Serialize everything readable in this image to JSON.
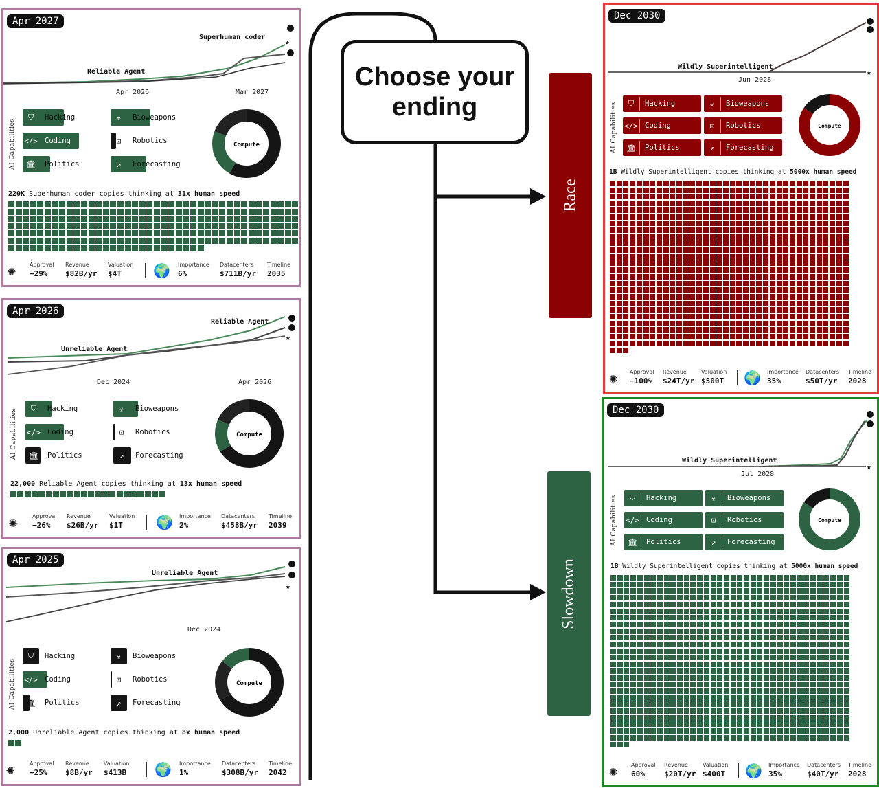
{
  "title": "Choose your ending",
  "branches": {
    "race": "Race",
    "slowdown": "Slowdown"
  },
  "ai_capabilities_label": "AI Capabilities",
  "cards": {
    "c2027": {
      "date": "Apr 2027",
      "chart_labels": [
        "Superhuman coder",
        "Reliable Agent"
      ],
      "axis_dates": [
        "Apr 2026",
        "Mar 2027"
      ],
      "capabilities": [
        "Hacking",
        "Bioweapons",
        "Coding",
        "Robotics",
        "Politics",
        "Forecasting"
      ],
      "donut_label": "Compute",
      "copies": {
        "count": "220K",
        "agent": "Superhuman coder",
        "speed": "31x"
      },
      "copy_grid_level": 0.93,
      "footer": {
        "approval_label": "Approval",
        "approval": "−29%",
        "revenue_label": "Revenue",
        "revenue": "$82B/yr",
        "valuation_label": "Valuation",
        "valuation": "$4T",
        "importance_label": "Importance",
        "importance": "6%",
        "datacenters_label": "Datacenters",
        "datacenters": "$711B/yr",
        "timeline_label": "Timeline",
        "timeline": "2035"
      }
    },
    "c2026": {
      "date": "Apr 2026",
      "chart_labels": [
        "Reliable Agent",
        "Unreliable Agent"
      ],
      "axis_dates": [
        "Dec 2024",
        "Apr 2026"
      ],
      "capabilities": [
        "Hacking",
        "Bioweapons",
        "Coding",
        "Robotics",
        "Politics",
        "Forecasting"
      ],
      "donut_label": "Compute",
      "copies": {
        "count": "22,000",
        "agent": "Reliable Agent",
        "speed": "13x"
      },
      "footer": {
        "approval_label": "Approval",
        "approval": "−26%",
        "revenue_label": "Revenue",
        "revenue": "$26B/yr",
        "valuation_label": "Valuation",
        "valuation": "$1T",
        "importance_label": "Importance",
        "importance": "2%",
        "datacenters_label": "Datacenters",
        "datacenters": "$458B/yr",
        "timeline_label": "Timeline",
        "timeline": "2039"
      }
    },
    "c2025": {
      "date": "Apr 2025",
      "chart_labels": [
        "Unreliable Agent"
      ],
      "axis_dates": [
        "Dec 2024"
      ],
      "capabilities": [
        "Hacking",
        "Bioweapons",
        "Coding",
        "Robotics",
        "Politics",
        "Forecasting"
      ],
      "donut_label": "Compute",
      "copies": {
        "count": "2,000",
        "agent": "Unreliable Agent",
        "speed": "8x"
      },
      "footer": {
        "approval_label": "Approval",
        "approval": "−25%",
        "revenue_label": "Revenue",
        "revenue": "$8B/yr",
        "valuation_label": "Valuation",
        "valuation": "$413B",
        "importance_label": "Importance",
        "importance": "1%",
        "datacenters_label": "Datacenters",
        "datacenters": "$308B/yr",
        "timeline_label": "Timeline",
        "timeline": "2042"
      }
    },
    "race": {
      "date": "Dec 2030",
      "chart_labels": [
        "Wildly Superintelligent"
      ],
      "axis_dates": [
        "Jun 2028"
      ],
      "capabilities": [
        "Hacking",
        "Bioweapons",
        "Coding",
        "Robotics",
        "Politics",
        "Forecasting"
      ],
      "donut_label": "Compute",
      "copies": {
        "count": "1B",
        "agent": "Wildly Superintelligent",
        "speed": "5000x"
      },
      "footer": {
        "approval_label": "Approval",
        "approval": "−100%",
        "revenue_label": "Revenue",
        "revenue": "$24T/yr",
        "valuation_label": "Valuation",
        "valuation": "$500T",
        "importance_label": "Importance",
        "importance": "35%",
        "datacenters_label": "Datacenters",
        "datacenters": "$50T/yr",
        "timeline_label": "Timeline",
        "timeline": "2028"
      }
    },
    "slowdown": {
      "date": "Dec 2030",
      "chart_labels": [
        "Wildly Superintelligent"
      ],
      "axis_dates": [
        "Jul 2028"
      ],
      "capabilities": [
        "Hacking",
        "Bioweapons",
        "Coding",
        "Robotics",
        "Politics",
        "Forecasting"
      ],
      "donut_label": "Compute",
      "copies": {
        "count": "1B",
        "agent": "Wildly Superintelligent",
        "speed": "5000x"
      },
      "footer": {
        "approval_label": "Approval",
        "approval": "60%",
        "revenue_label": "Revenue",
        "revenue": "$20T/yr",
        "valuation_label": "Valuation",
        "valuation": "$400T",
        "importance_label": "Importance",
        "importance": "35%",
        "datacenters_label": "Datacenters",
        "datacenters": "$40T/yr",
        "timeline_label": "Timeline",
        "timeline": "2028"
      }
    }
  },
  "colors": {
    "green": "#2d6243",
    "red": "#8b0000",
    "black": "#151515",
    "purple_border": "#b07aa1",
    "red_border": "#e8393a",
    "green_border": "#1e8a26",
    "race_bar": "#8b0000",
    "slowdown_bar": "#2d6243"
  }
}
